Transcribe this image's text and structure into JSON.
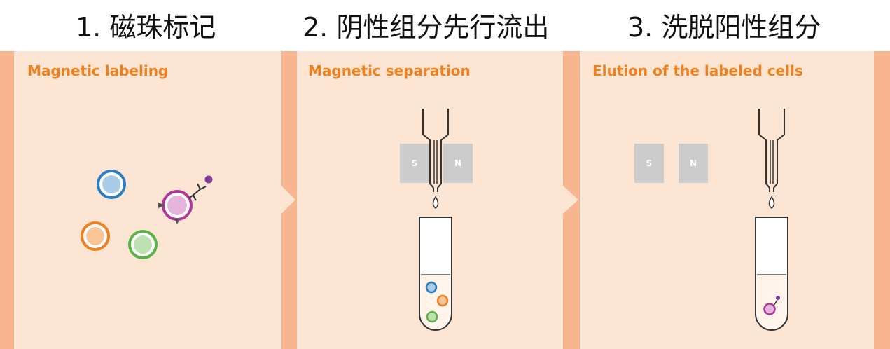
{
  "titles": {
    "step1": "1. 磁珠标记",
    "step2": "2. 阴性组分先行流出",
    "step3": "3.  洗脱阳性组分"
  },
  "panels": {
    "p1": {
      "heading": "Magnetic labeling"
    },
    "p2": {
      "heading": "Magnetic separation",
      "magnet_left": "S",
      "magnet_right": "N"
    },
    "p3": {
      "heading": "Elution of the labeled cells",
      "magnet_left": "S",
      "magnet_right": "N"
    }
  },
  "colors": {
    "panel_bg": "#fde5d4",
    "edge_band": "#f7b690",
    "heading": "#f07f1e",
    "magnet": "#cccccc",
    "cell_blue": "#2b7ec1",
    "cell_orange": "#f07f1e",
    "cell_green": "#5cb247",
    "cell_magenta": "#b0369c",
    "antibody": "#7c3a96"
  }
}
